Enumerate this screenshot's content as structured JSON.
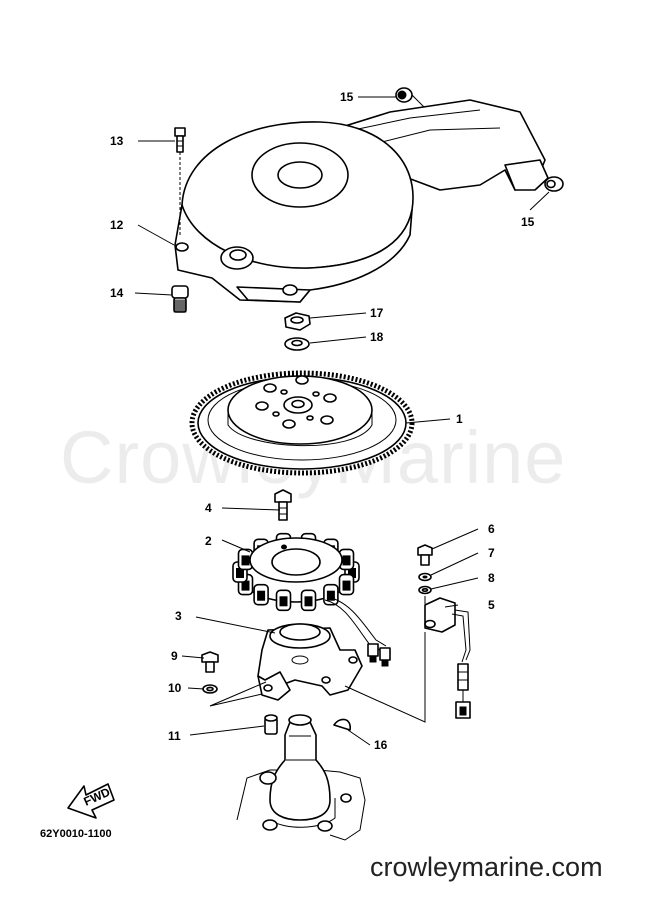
{
  "watermark": "CrowleyMarine",
  "footer": {
    "diagram_code": "62Y0010-1100",
    "site": "crowleymarine.com"
  },
  "fwd_label": "FWD",
  "callouts": [
    "1",
    "2",
    "3",
    "4",
    "5",
    "6",
    "7",
    "8",
    "9",
    "10",
    "11",
    "12",
    "13",
    "14",
    "15",
    "15",
    "16",
    "17",
    "18"
  ]
}
